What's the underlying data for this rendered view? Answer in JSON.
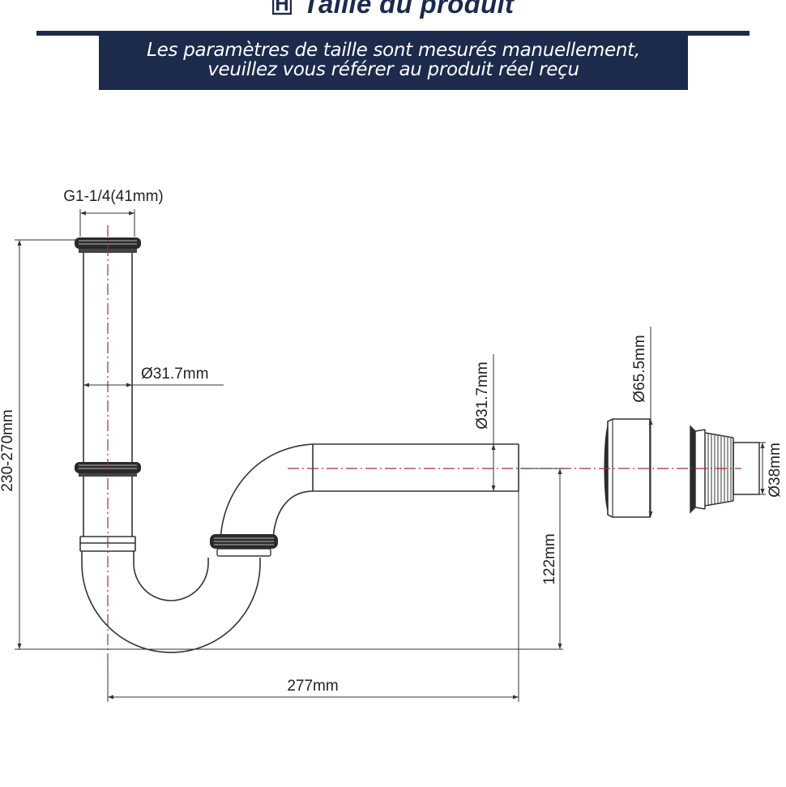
{
  "header": {
    "title": "Taille du produit",
    "logo_icon": "hl-logo-icon",
    "banner_line1": "Les paramètres de taille sont mesurés manuellement,",
    "banner_line2": "veuillez vous référer au produit réel reçu"
  },
  "dimensions": {
    "thread": "G1-1/4(41mm)",
    "tube_diameter_vertical": "Ø31.7mm",
    "tube_diameter_horizontal": "Ø31.7mm",
    "height_range": "230-270mm",
    "outlet_height": "122mm",
    "width": "277mm",
    "escutcheon_diameter": "Ø65.5mm",
    "adapter_diameter": "Ø38mm"
  },
  "colors": {
    "navy": "#1c2a4c",
    "line": "#333333",
    "centerline": "#a03030"
  }
}
